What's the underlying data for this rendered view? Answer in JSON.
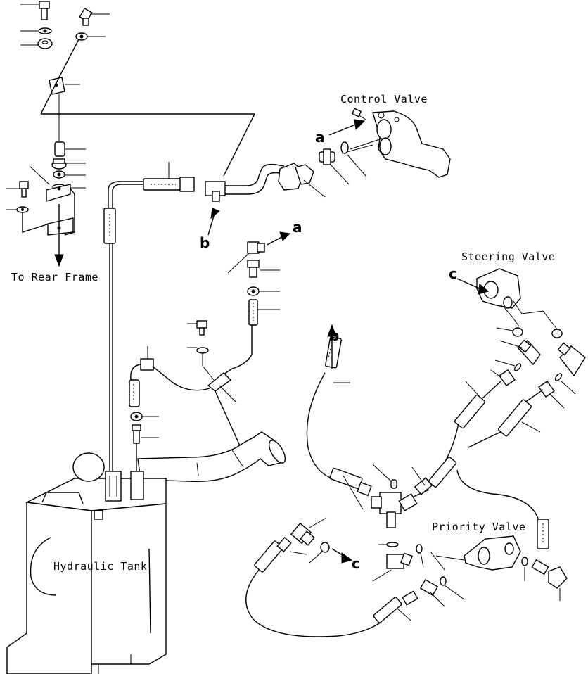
{
  "labels": {
    "control_valve": "Control Valve",
    "steering_valve": "Steering Valve",
    "to_rear_frame": "To Rear Frame",
    "hydraulic_tank": "Hydraulic Tank",
    "priority_valve": "Priority Valve"
  },
  "keys": {
    "a": "a",
    "b": "b",
    "c": "c"
  }
}
